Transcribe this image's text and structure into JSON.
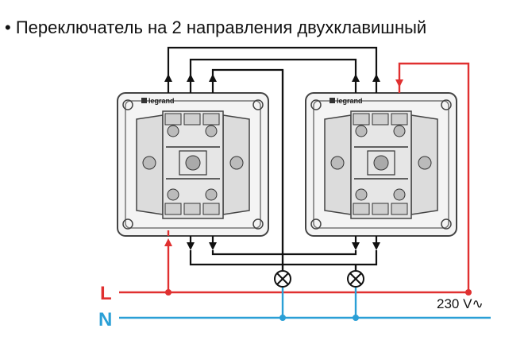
{
  "title": "• Переключатель на 2 направления двухклавишный",
  "brand": "legrand",
  "phase_label": "L",
  "neutral_label": "N",
  "voltage_label": "230 V",
  "ac_symbol": "∿",
  "colors": {
    "wire_black": "#111111",
    "wire_phase": "#e03030",
    "wire_neutral": "#2a9fd6",
    "switch_body": "#cfcfcf",
    "switch_outline": "#444444",
    "terminal_dark": "#555555"
  },
  "icons": [
    "lamp-icon",
    "arrow-up-icon",
    "arrow-down-icon",
    "switch-mechanism-icon",
    "legrand-logo-icon"
  ]
}
